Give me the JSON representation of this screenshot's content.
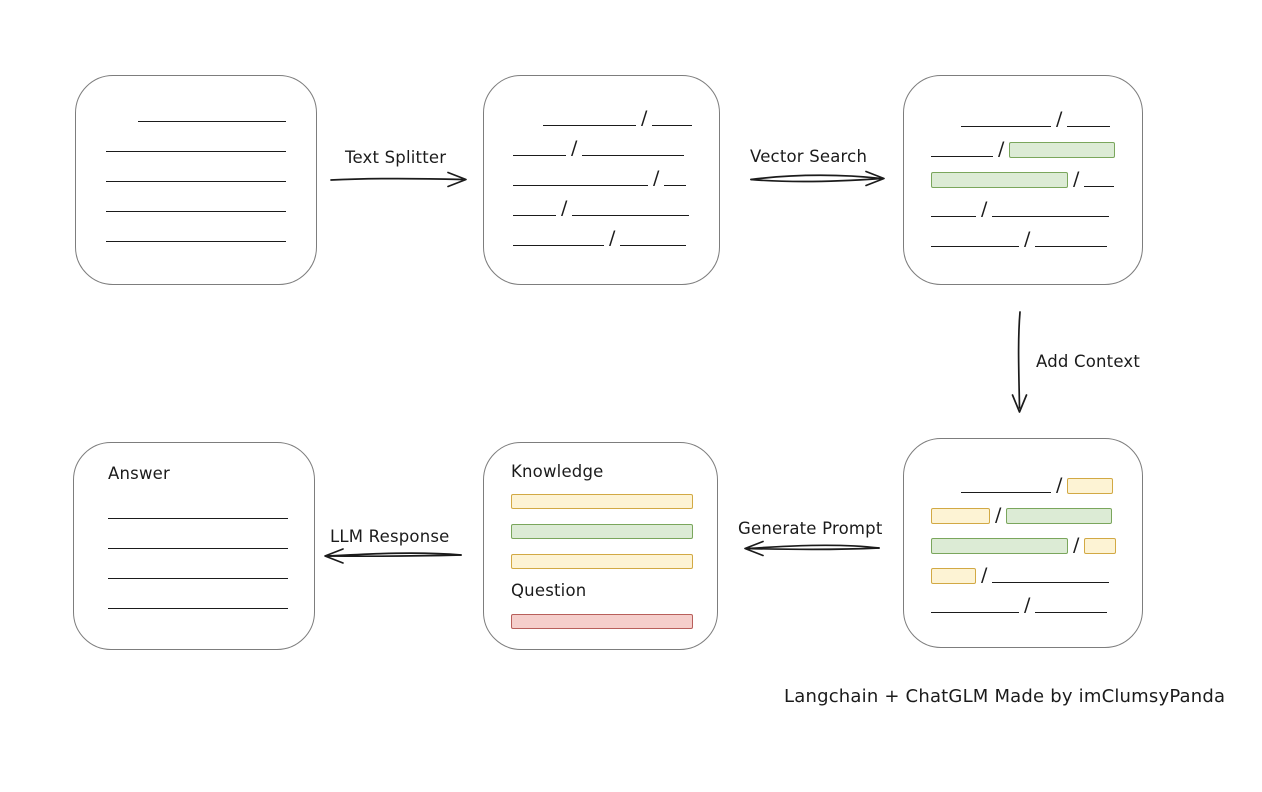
{
  "colors": {
    "canvas_bg": "#ffffff",
    "box_border": "#7d7d7d",
    "stroke": "#1b1b1b",
    "green_fill": "#dcebd5",
    "green_border": "#7aa65c",
    "yellow_fill": "#fdf3d4",
    "yellow_border": "#d2a944",
    "red_fill": "#f5cecb",
    "red_border": "#b85f5b"
  },
  "labels": {
    "text_splitter": "Text Splitter",
    "vector_search": "Vector Search",
    "add_context": "Add Context",
    "generate_prompt": "Generate Prompt",
    "llm_response": "LLM Response"
  },
  "caption": "Langchain + ChatGLM Made by imClumsyPanda",
  "nodes": {
    "document": {
      "rows": [
        {
          "indent": 32,
          "segs": [
            {
              "type": "line",
              "w": 148
            }
          ]
        },
        {
          "segs": [
            {
              "type": "line",
              "w": 180
            }
          ]
        },
        {
          "segs": [
            {
              "type": "line",
              "w": 180
            }
          ]
        },
        {
          "segs": [
            {
              "type": "line",
              "w": 180
            }
          ]
        },
        {
          "segs": [
            {
              "type": "line",
              "w": 180
            }
          ]
        }
      ]
    },
    "chunks": {
      "rows": [
        {
          "indent": 30,
          "segs": [
            {
              "type": "line",
              "w": 93
            },
            {
              "type": "slash"
            },
            {
              "type": "line",
              "w": 40
            }
          ]
        },
        {
          "segs": [
            {
              "type": "line",
              "w": 53
            },
            {
              "type": "slash"
            },
            {
              "type": "line",
              "w": 102
            }
          ]
        },
        {
          "segs": [
            {
              "type": "line",
              "w": 135
            },
            {
              "type": "slash"
            },
            {
              "type": "line",
              "w": 22
            }
          ]
        },
        {
          "segs": [
            {
              "type": "line",
              "w": 43
            },
            {
              "type": "slash"
            },
            {
              "type": "line",
              "w": 117
            }
          ]
        },
        {
          "segs": [
            {
              "type": "line",
              "w": 91
            },
            {
              "type": "slash"
            },
            {
              "type": "line",
              "w": 66
            }
          ]
        }
      ]
    },
    "search_result": {
      "rows": [
        {
          "indent": 30,
          "segs": [
            {
              "type": "line",
              "w": 90
            },
            {
              "type": "slash"
            },
            {
              "type": "line",
              "w": 43
            }
          ]
        },
        {
          "segs": [
            {
              "type": "line",
              "w": 62
            },
            {
              "type": "slash"
            },
            {
              "type": "chip",
              "color": "green",
              "w": 104
            }
          ]
        },
        {
          "segs": [
            {
              "type": "chip",
              "color": "green",
              "w": 135
            },
            {
              "type": "slash"
            },
            {
              "type": "line",
              "w": 30
            }
          ]
        },
        {
          "segs": [
            {
              "type": "line",
              "w": 45
            },
            {
              "type": "slash"
            },
            {
              "type": "line",
              "w": 117
            }
          ]
        },
        {
          "segs": [
            {
              "type": "line",
              "w": 88
            },
            {
              "type": "slash"
            },
            {
              "type": "line",
              "w": 72
            }
          ]
        }
      ]
    },
    "context": {
      "rows": [
        {
          "indent": 30,
          "segs": [
            {
              "type": "line",
              "w": 90
            },
            {
              "type": "slash"
            },
            {
              "type": "chip",
              "color": "yellow",
              "w": 44
            }
          ]
        },
        {
          "segs": [
            {
              "type": "chip",
              "color": "yellow",
              "w": 57
            },
            {
              "type": "slash"
            },
            {
              "type": "chip",
              "color": "green",
              "w": 104
            }
          ]
        },
        {
          "segs": [
            {
              "type": "chip",
              "color": "green",
              "w": 135
            },
            {
              "type": "slash"
            },
            {
              "type": "chip",
              "color": "yellow",
              "w": 30
            }
          ]
        },
        {
          "segs": [
            {
              "type": "chip",
              "color": "yellow",
              "w": 43
            },
            {
              "type": "slash"
            },
            {
              "type": "line",
              "w": 117
            }
          ]
        },
        {
          "segs": [
            {
              "type": "line",
              "w": 88
            },
            {
              "type": "slash"
            },
            {
              "type": "line",
              "w": 72
            }
          ]
        }
      ]
    },
    "prompt": {
      "knowledge_label": "Knowledge",
      "question_label": "Question",
      "knowledge_bars": [
        "yellow",
        "green",
        "yellow"
      ],
      "question_bars": [
        "red"
      ]
    },
    "answer": {
      "label": "Answer",
      "rows": [
        {
          "segs": [
            {
              "type": "line",
              "w": 180
            }
          ]
        },
        {
          "segs": [
            {
              "type": "line",
              "w": 180
            }
          ]
        },
        {
          "segs": [
            {
              "type": "line",
              "w": 180
            }
          ]
        },
        {
          "segs": [
            {
              "type": "line",
              "w": 180
            }
          ]
        }
      ]
    }
  }
}
